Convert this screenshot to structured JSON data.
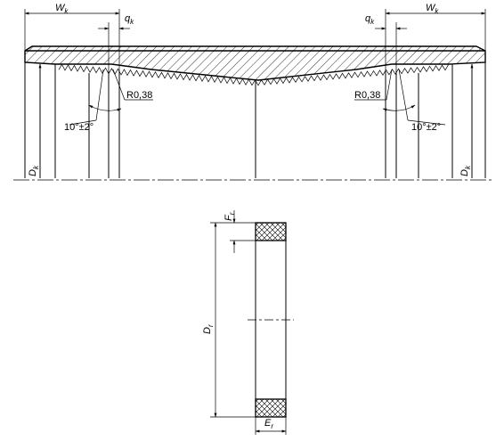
{
  "labels": {
    "wk": "W",
    "wk_sub": "k",
    "qk": "q",
    "qk_sub": "k",
    "r": "R0,38",
    "angle": "10°±2°",
    "dk": "D",
    "dk_sub": "k",
    "fr": "F",
    "fr_sub": "r",
    "dr": "D",
    "dr_sub": "r",
    "er": "E",
    "er_sub": "r"
  }
}
